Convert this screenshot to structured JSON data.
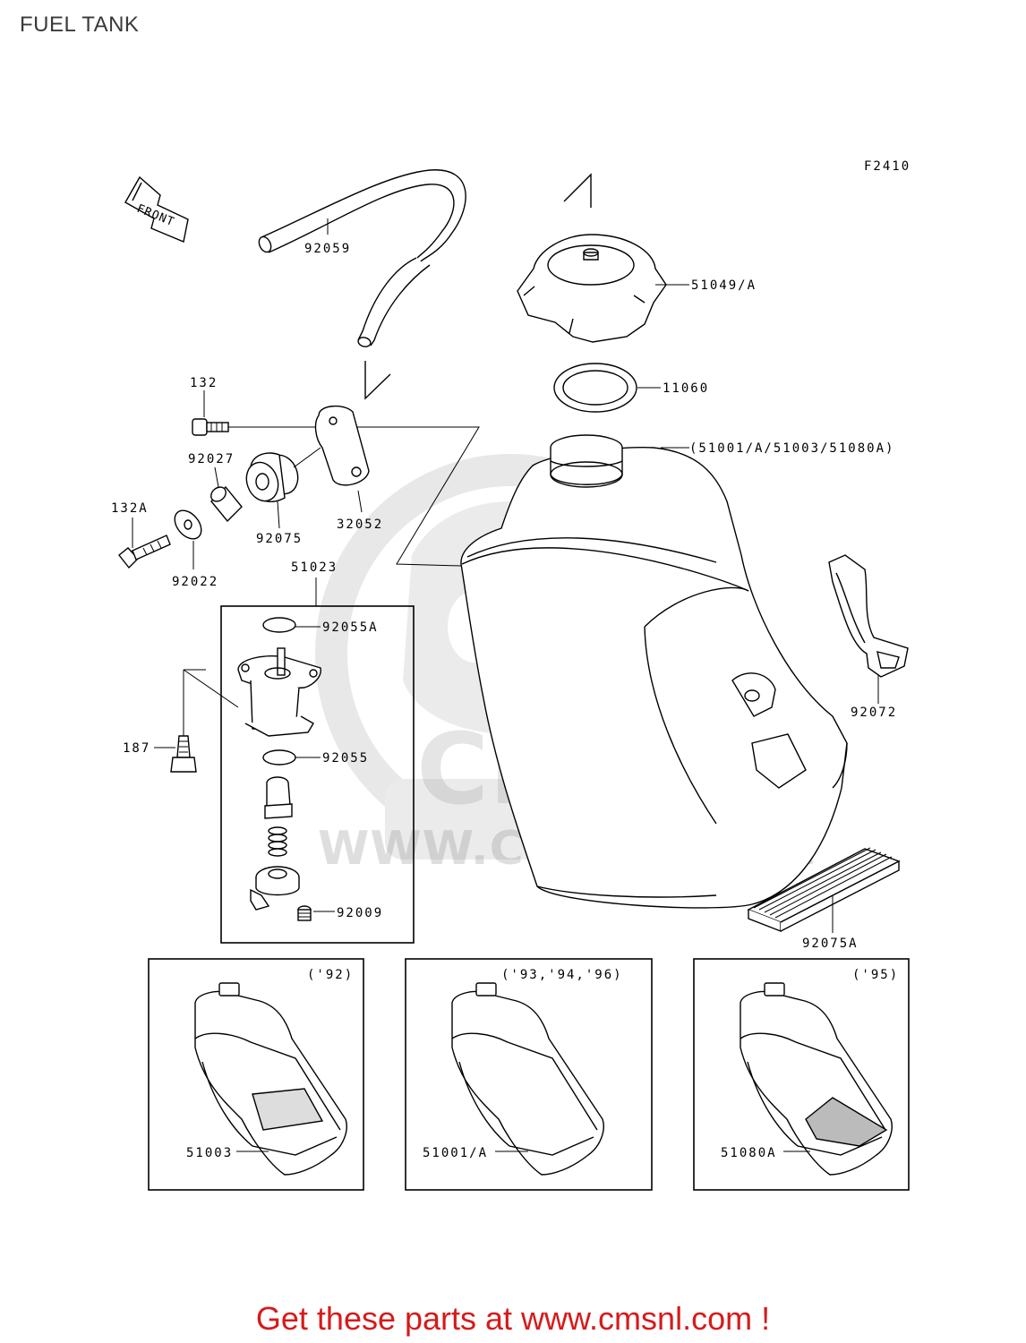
{
  "page": {
    "title": "FUEL TANK",
    "footer": "Get these parts at www.cmsnl.com !"
  },
  "watermark": {
    "brand": "CMS",
    "url": "WWW.CMSNL.COM"
  },
  "diagram": {
    "figure_code": "F2410",
    "direction_arrow": "FRONT",
    "part_labels": {
      "p92059": "92059",
      "p51049": "51049/A",
      "p11060": "11060",
      "p51001": "(51001/A/51003/51080A)",
      "p132": "132",
      "p92027": "92027",
      "p132a": "132A",
      "p92075": "92075",
      "p32052": "32052",
      "p92022": "92022",
      "p51023": "51023",
      "p92055a": "92055A",
      "p187": "187",
      "p92055": "92055",
      "p92009": "92009",
      "p92072": "92072",
      "p92075a": "92075A"
    },
    "variants": [
      {
        "years": "('92)",
        "part": "51003"
      },
      {
        "years": "('93,'94,'96)",
        "part": "51001/A"
      },
      {
        "years": "('95)",
        "part": "51080A"
      }
    ]
  }
}
